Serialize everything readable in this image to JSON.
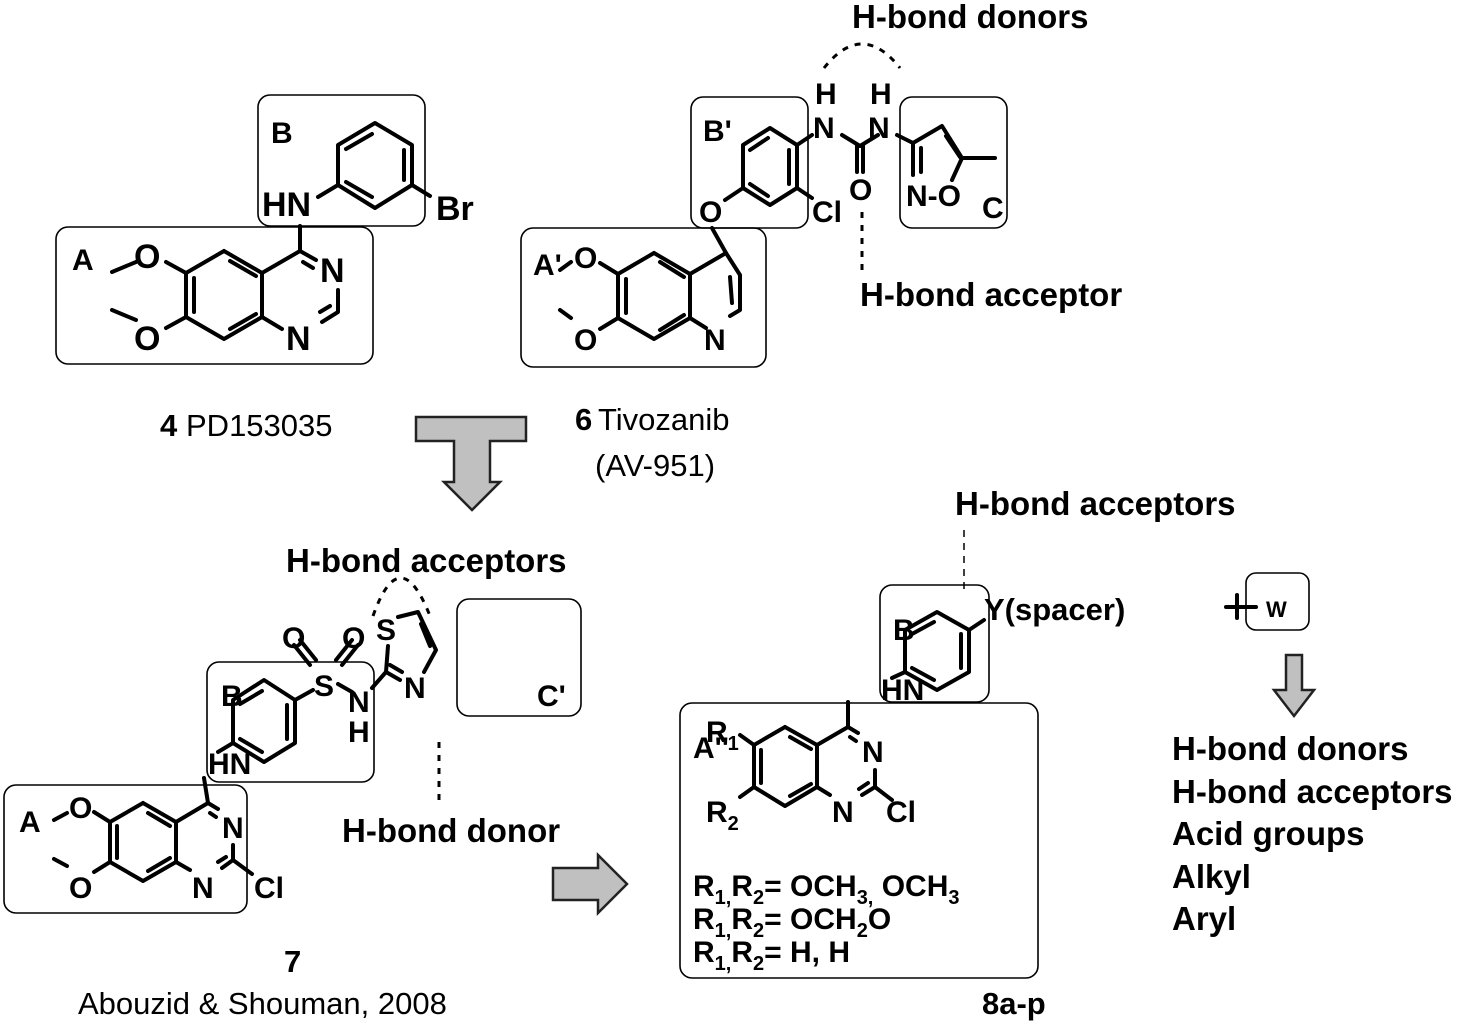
{
  "compounds": [
    {
      "id": "4",
      "name": "PD153035",
      "regions": [
        "A",
        "B"
      ],
      "atoms": {
        "hn": "HN",
        "br": "Br",
        "n1": "N",
        "n3": "N",
        "o6": "O",
        "o7": "O"
      }
    },
    {
      "id": "6",
      "name": "Tivozanib",
      "alias": "(AV-951)",
      "regions": [
        "A'",
        "B'",
        "C"
      ],
      "atoms": {
        "o_link": "O",
        "cl": "Cl",
        "n_urea1": "N",
        "h_urea1": "H",
        "n_urea2": "N",
        "h_urea2": "H",
        "o_urea": "O",
        "n_isox": "N-O",
        "n_quin": "N",
        "o6": "O",
        "o7": "O"
      },
      "annotations": {
        "donors": "H-bond donors",
        "acceptor": "H-bond acceptor"
      }
    },
    {
      "id": "7",
      "citation": "Abouzid & Shouman, 2008",
      "regions": [
        "A",
        "B",
        "C'"
      ],
      "atoms": {
        "hn": "HN",
        "s": "S",
        "o1": "O",
        "o2": "O",
        "nh_n": "N",
        "nh_h": "H",
        "thz_s": "S",
        "thz_n": "N",
        "n1": "N",
        "n3": "N",
        "cl": "Cl",
        "o6": "O",
        "o7": "O"
      },
      "annotations": {
        "acceptors": "H-bond acceptors",
        "donor": "H-bond donor"
      }
    },
    {
      "id": "8a-p",
      "regions": [
        "A''",
        "B"
      ],
      "atoms": {
        "hn": "HN",
        "r1": "R",
        "r1_sub": "1",
        "r2": "R",
        "r2_sub": "2",
        "n1": "N",
        "n3": "N",
        "cl": "Cl",
        "spacer": "Y(spacer)",
        "w": "W"
      },
      "annotations": {
        "acceptors": "H-bond acceptors"
      },
      "substituents": [
        {
          "r1r2": "R1,R2=",
          "value": "OCH3, OCH3"
        },
        {
          "r1r2": "R1,R2=",
          "value": "OCH2O"
        },
        {
          "r1r2": "R1,R2=",
          "value": "H, H"
        }
      ],
      "w_options": [
        "H-bond donors",
        "H-bond acceptors",
        "Acid groups",
        "Alkyl",
        "Aryl"
      ]
    }
  ],
  "colors": {
    "arrow_fill": "#c0c0c0",
    "line": "#000000"
  }
}
